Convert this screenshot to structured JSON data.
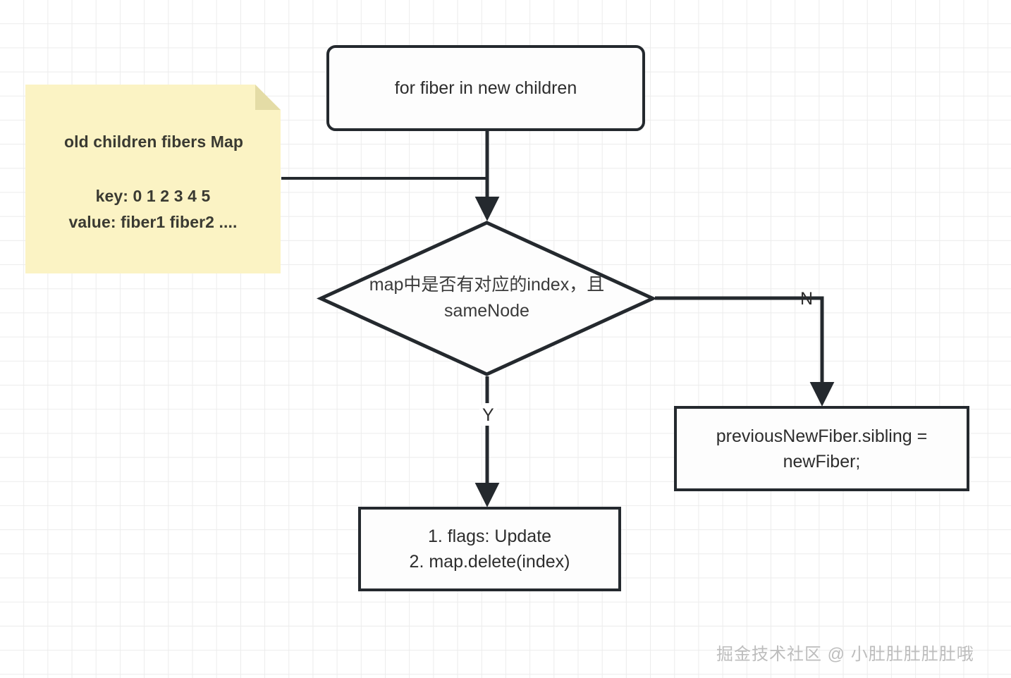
{
  "diagram": {
    "title": "React fiber reconciliation flowchart",
    "background": {
      "color": "#ffffff",
      "grid_color": "#ececec"
    },
    "sticky_note": {
      "title": "old children fibers Map",
      "key_line": "key: 0 1 2 3 4 5",
      "value_line": "value: fiber1 fiber2 ....",
      "fill": "#fbf3c4",
      "fold_fill": "#e4dca6"
    },
    "nodes": {
      "loop": {
        "label": "for fiber in new children",
        "shape": "rounded-rect"
      },
      "decision": {
        "line1": "map中是否有对应的index，且",
        "line2": "sameNode",
        "shape": "diamond"
      },
      "update": {
        "line1": "1. flags: Update",
        "line2": "2. map.delete(index)",
        "shape": "rect"
      },
      "sibling": {
        "line1": "previousNewFiber.sibling =",
        "line2": "newFiber;",
        "shape": "rect"
      }
    },
    "edge_labels": {
      "yes": "Y",
      "no": "N"
    },
    "stroke_color": "#24292e",
    "watermark": "掘金技术社区 @ 小肚肚肚肚肚哦"
  }
}
